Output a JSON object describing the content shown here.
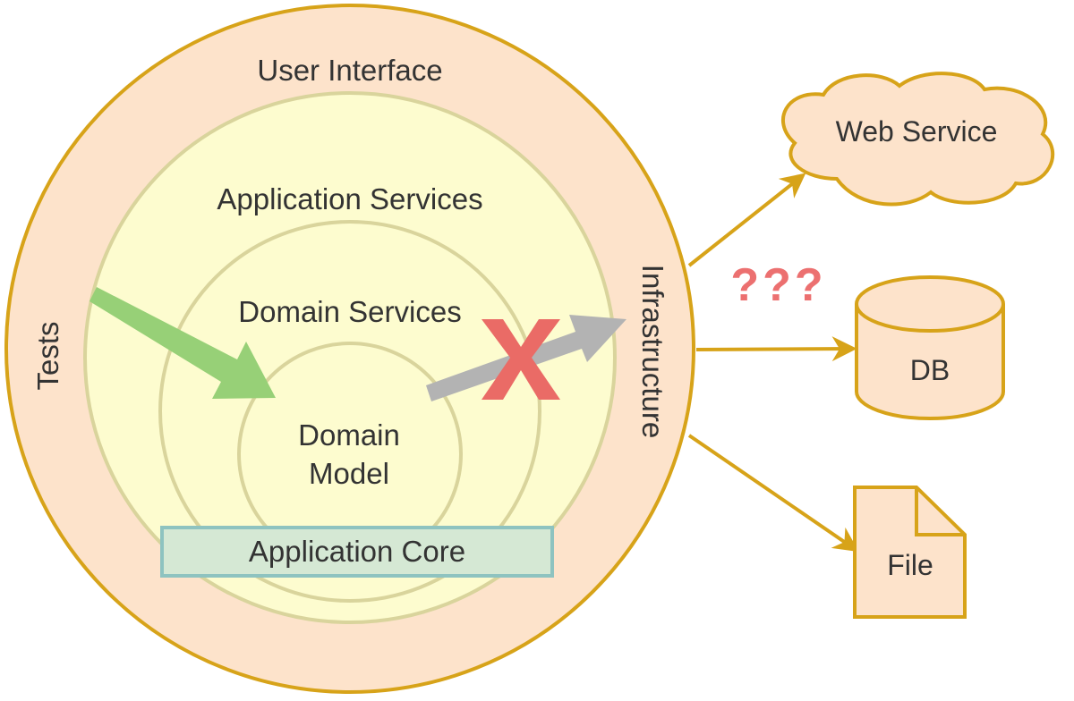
{
  "layers": {
    "user_interface": "User Interface",
    "tests": "Tests",
    "infrastructure": "Infrastructure",
    "application_services": "Application Services",
    "domain_services": "Domain Services",
    "domain_model_line1": "Domain",
    "domain_model_line2": "Model",
    "application_core": "Application Core"
  },
  "external": {
    "web_service": "Web Service",
    "db": "DB",
    "file": "File",
    "question": "???"
  },
  "colors": {
    "outer_fill": "#fde3cb",
    "outer_stroke": "#d7a319",
    "inner_fill": "#fdfccf",
    "inner_stroke": "#d9d49c",
    "core_fill": "#d5e8d4",
    "core_stroke": "#8ec3c0",
    "allowed_arrow": "#97d077",
    "blocked_arrow": "#b3b3b3",
    "cross": "#ea6b66",
    "question": "#ec7070",
    "external_fill": "#fde3cb",
    "external_stroke": "#d7a319"
  }
}
